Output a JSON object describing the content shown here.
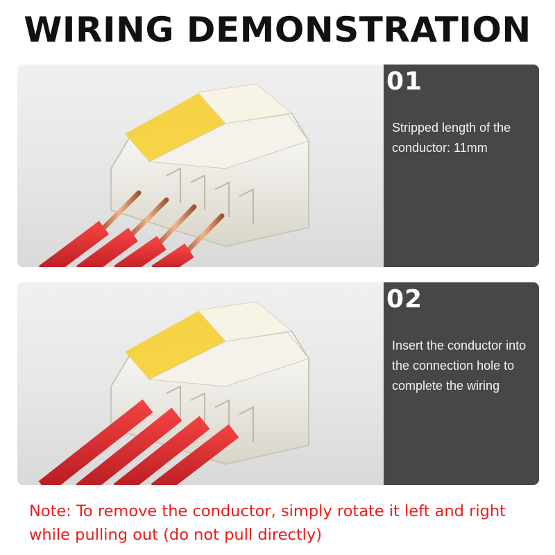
{
  "title": "WIRING DEMONSTRATION",
  "steps": [
    {
      "number": "01",
      "text": "Stripped length of the conductor: 11mm"
    },
    {
      "number": "02",
      "text": "Insert the conductor into the connection hole to complete the wiring"
    }
  ],
  "note": "Note: To remove the conductor, simply rotate it left and right while pulling out (do not pull directly)",
  "colors": {
    "panel": "#474747",
    "note": "#ee1b1b",
    "wire_red": "#d9262b",
    "copper": "#c97a4a",
    "lever_yellow": "#f6d23c"
  }
}
